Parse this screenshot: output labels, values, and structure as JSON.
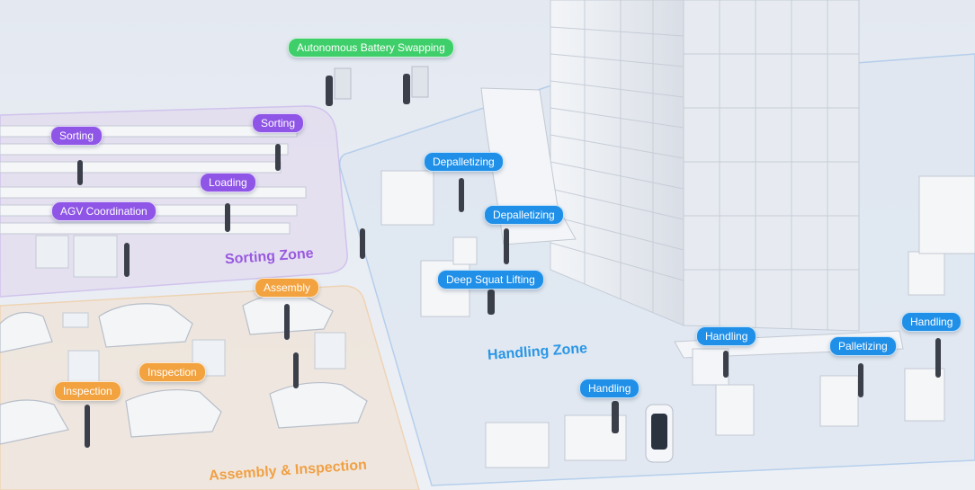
{
  "zones": {
    "sorting": "Sorting Zone",
    "handling": "Handling Zone",
    "assembly": "Assembly & Inspection"
  },
  "labels": {
    "battery": "Autonomous Battery Swapping",
    "sorting_left": "Sorting",
    "sorting_right": "Sorting",
    "loading": "Loading",
    "agv": "AGV Coordination",
    "assembly": "Assembly",
    "inspection_mid": "Inspection",
    "inspection_left": "Inspection",
    "depalletizing_top": "Depalletizing",
    "depalletizing_mid": "Depalletizing",
    "deep_squat": "Deep Squat Lifting",
    "handling_mid": "Handling",
    "handling_bottom": "Handling",
    "handling_right": "Handling",
    "palletizing": "Palletizing"
  },
  "colors": {
    "sorting_tag": "#8e55e6",
    "handling_tag": "#1f8fe8",
    "assembly_tag": "#f2a23e",
    "battery_tag": "#3fcf6a",
    "sorting_zone_title": "#9a5ae0",
    "handling_zone_title": "#2a96e6",
    "assembly_zone_title": "#f0a045"
  }
}
